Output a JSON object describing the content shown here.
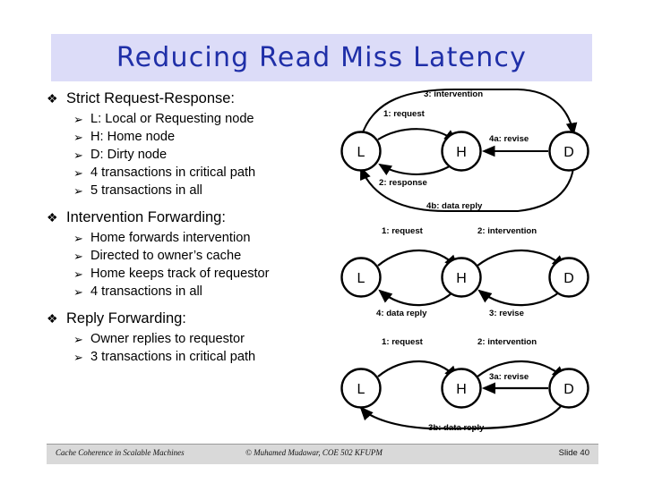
{
  "slide": {
    "title": "Reducing Read Miss Latency",
    "title_bg": "#dcdcf8",
    "title_color": "#1f2fa8"
  },
  "content": {
    "sections": [
      {
        "heading": "Strict Request-Response:",
        "items": [
          "L: Local or Requesting node",
          "H: Home node",
          "D: Dirty node",
          "4 transactions in critical path",
          "5 transactions in all"
        ]
      },
      {
        "heading": "Intervention Forwarding:",
        "items": [
          "Home forwards intervention",
          "Directed to owner’s cache",
          "Home keeps track of requestor",
          "4 transactions in all"
        ]
      },
      {
        "heading": "Reply Forwarding:",
        "items": [
          "Owner replies to requestor",
          "3 transactions in critical path"
        ]
      }
    ],
    "bullet_marker_level1": "❖",
    "bullet_marker_level2": "➢"
  },
  "diagrams": [
    {
      "name": "strict-request-response",
      "nodes": [
        {
          "id": "L",
          "label": "L"
        },
        {
          "id": "H",
          "label": "H"
        },
        {
          "id": "D",
          "label": "D"
        }
      ],
      "edges": [
        {
          "label": "3: intervention",
          "from": "L",
          "to": "D"
        },
        {
          "label": "1: request",
          "from": "L",
          "to": "H"
        },
        {
          "label": "4a: revise",
          "from": "D",
          "to": "H"
        },
        {
          "label": "2: response",
          "from": "H",
          "to": "L"
        },
        {
          "label": "4b: data reply",
          "from": "D",
          "to": "L"
        }
      ]
    },
    {
      "name": "intervention-forwarding",
      "nodes": [
        {
          "id": "L",
          "label": "L"
        },
        {
          "id": "H",
          "label": "H"
        },
        {
          "id": "D",
          "label": "D"
        }
      ],
      "edges": [
        {
          "label": "1: request",
          "from": "L",
          "to": "H"
        },
        {
          "label": "2: intervention",
          "from": "H",
          "to": "D"
        },
        {
          "label": "4: data reply",
          "from": "H",
          "to": "L"
        },
        {
          "label": "3: revise",
          "from": "D",
          "to": "H"
        }
      ]
    },
    {
      "name": "reply-forwarding",
      "nodes": [
        {
          "id": "L",
          "label": "L"
        },
        {
          "id": "H",
          "label": "H"
        },
        {
          "id": "D",
          "label": "D"
        }
      ],
      "edges": [
        {
          "label": "1: request",
          "from": "L",
          "to": "H"
        },
        {
          "label": "2: intervention",
          "from": "H",
          "to": "D"
        },
        {
          "label": "3a: revise",
          "from": "D",
          "to": "H"
        },
        {
          "label": "3b: data reply",
          "from": "D",
          "to": "L"
        }
      ]
    }
  ],
  "footer": {
    "left": "Cache Coherence in Scalable Machines",
    "center": "© Muhamed Mudawar, COE 502 KFUPM",
    "right": "Slide 40"
  }
}
